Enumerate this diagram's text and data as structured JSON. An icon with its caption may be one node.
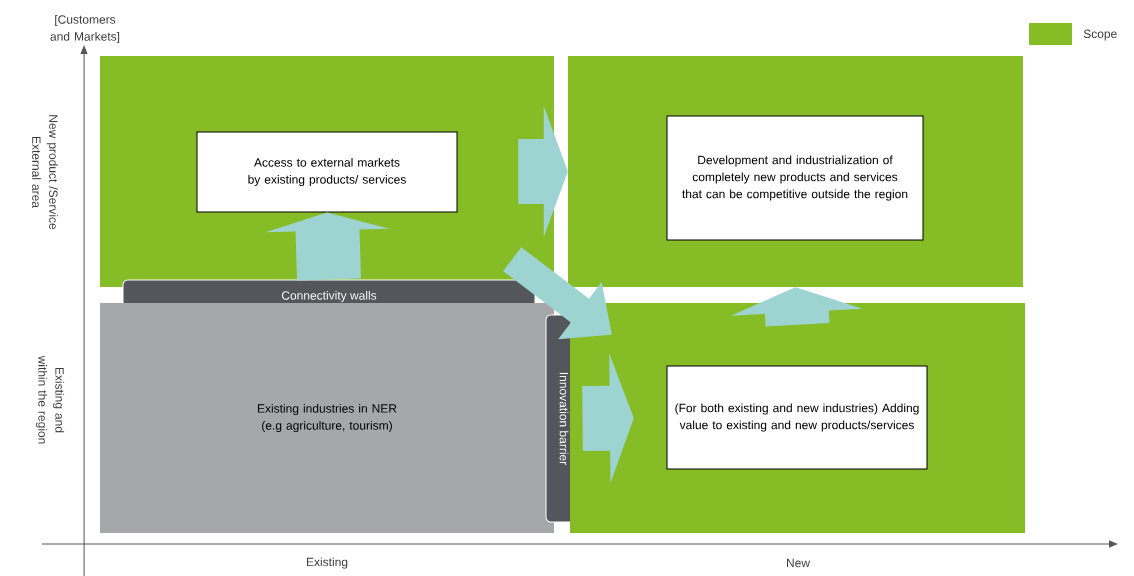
{
  "diagram": {
    "nodes": [
      {
        "text": [],
        "shape": "box"
      },
      {
        "text": [
          "Access to external markets by existing products/ services"
        ],
        "in": 0
      },
      {
        "text": [],
        "shape": "box"
      },
      {
        "text": [
          "Development and industrialization of completely new products and services that can be competitive outside the region"
        ],
        "in": 2
      },
      {
        "text": [
          "Connectivity walls"
        ]
      },
      {
        "text": [
          "Existing industries in NER (e.g agriculture, tourism)"
        ]
      },
      {
        "text": [
          "Innovation barrier"
        ]
      },
      {
        "text": [],
        "shape": "box"
      },
      {
        "text": [
          "(For both existing and new industries) Adding value to existing and new products/services"
        ],
        "in": 7
      }
    ],
    "edges": [
      {
        "from": 4,
        "to": 1,
        "arrow": "to"
      },
      {
        "from": 0,
        "to": 2,
        "arrow": "to"
      },
      {
        "from": 0,
        "to": 7,
        "arrow": "to"
      },
      {
        "from": 6,
        "to": 7,
        "arrow": "to"
      },
      {
        "from": 7,
        "to": 2,
        "arrow": "to"
      }
    ],
    "labels": [
      "[Customers and Markets]",
      "New product /Service External area",
      "Existing and within the region",
      "Existing",
      "New"
    ],
    "legend": [
      {
        "text": "Scope",
        "color": "#86bc25"
      }
    ]
  }
}
